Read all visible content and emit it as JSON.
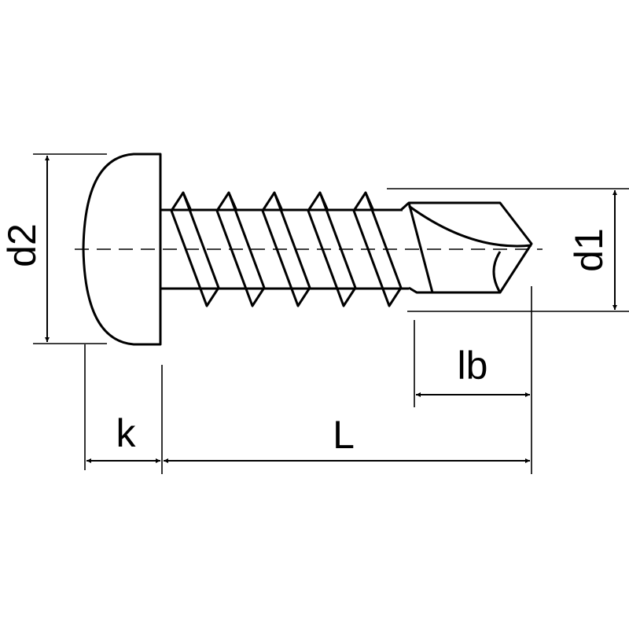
{
  "labels": {
    "d2": "d2",
    "d1": "d1",
    "k": "k",
    "L": "L",
    "lb": "lb"
  },
  "colors": {
    "line": "#000000",
    "background": "#ffffff"
  }
}
